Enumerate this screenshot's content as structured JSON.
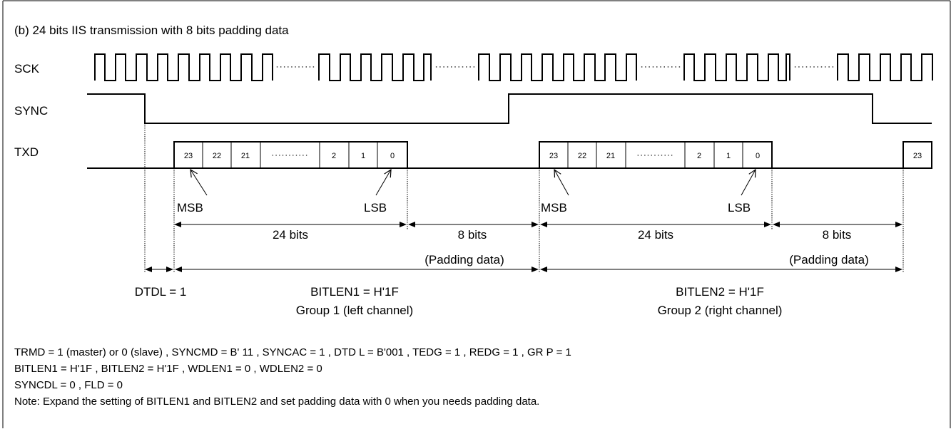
{
  "title": "(b) 24 bits IIS transmission with 8 bits padding data",
  "signals": {
    "sck": "SCK",
    "sync": "SYNC",
    "txd": "TXD"
  },
  "ellipsis": "···········",
  "cells": {
    "group1": [
      "23",
      "22",
      "21",
      "···········",
      "2",
      "1",
      "0"
    ],
    "group2": [
      "23",
      "22",
      "21",
      "···········",
      "2",
      "1",
      "0"
    ],
    "next": "23"
  },
  "markers": {
    "msb": "MSB",
    "lsb": "LSB"
  },
  "spans": {
    "bits24": "24 bits",
    "bits8": "8 bits",
    "padding": "(Padding data)"
  },
  "settings": {
    "dtdl": "DTDL = 1",
    "bitlen1": "BITLEN1 = H'1F",
    "group1": "Group 1 (left channel)",
    "bitlen2": "BITLEN2 = H'1F",
    "group2": "Group 2 (right channel)"
  },
  "notes": [
    "TRMD = 1 (master) or 0 (slave) , SYNCMD = B'  11 , SYNCAC = 1 , DTD L = B'001 , TEDG = 1 , REDG = 1 , GR P = 1",
    "BITLEN1 = H'1F , BITLEN2 = H'1F , WDLEN1 = 0 , WDLEN2 = 0",
    "SYNCDL = 0 , FLD = 0",
    "Note: Expand the setting of BITLEN1 and BITLEN2 and set padding data with 0 when you needs padding data."
  ]
}
